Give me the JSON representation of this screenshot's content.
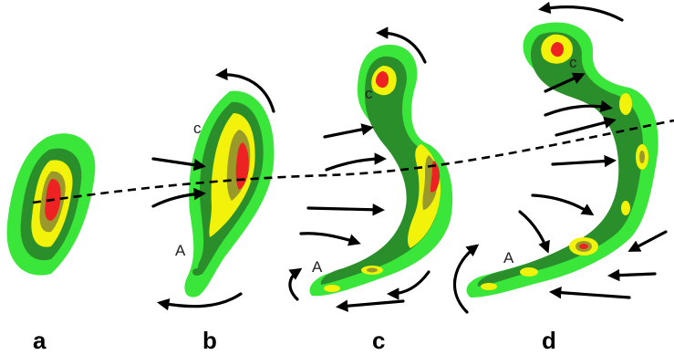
{
  "panels": [
    {
      "label": "a",
      "markers": []
    },
    {
      "label": "b",
      "markers": [
        "c",
        "A"
      ]
    },
    {
      "label": "c",
      "markers": [
        "c",
        "A"
      ]
    },
    {
      "label": "d",
      "markers": [
        "c",
        "A"
      ]
    }
  ],
  "colors": {
    "outer": "#39e639",
    "green": "#33cc33",
    "dark_green": "#2a8f2a",
    "olive": "#9a9a2a",
    "yellow": "#f2f20a",
    "core": "#ee2222",
    "arrows": "#000000"
  }
}
